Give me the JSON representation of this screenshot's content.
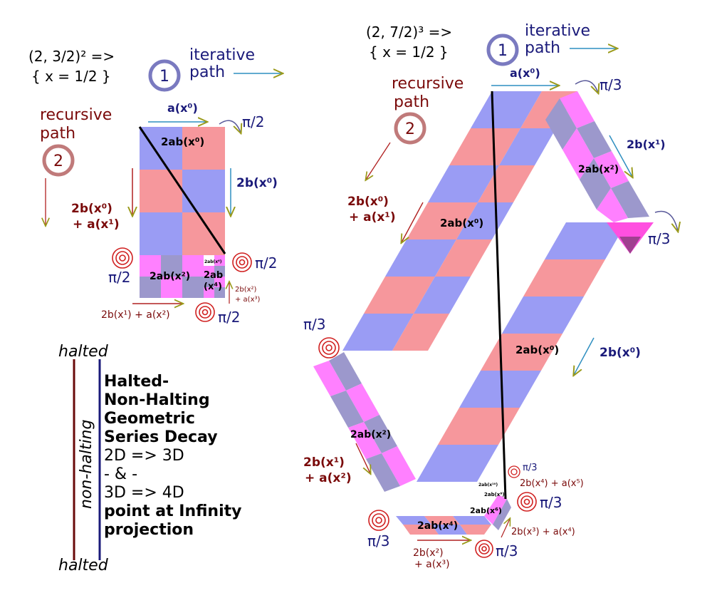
{
  "colors": {
    "blue": "#9a9cf4",
    "pink": "#f6979c",
    "magenta": "#ff80ff",
    "gray": "#9c98cc",
    "navy": "#1a1a7a",
    "maroon": "#7a0a0a",
    "teal": "#2f8fc0",
    "olive": "#9a9a1a",
    "red": "#b02020"
  },
  "left": {
    "equation_line1": "(2, 3/2)² =>",
    "equation_line2": "{ x = 1/2 }",
    "iterative_num": "1",
    "iterative_line1": "iterative",
    "iterative_line2": "path",
    "recursive_line1": "recursive",
    "recursive_line2": "path",
    "recursive_num": "2",
    "label_a0": "a(x⁰)",
    "angle_label": "π/2",
    "label_2b0": "2b(x⁰)",
    "label_2ab0": "2ab(x⁰)",
    "label_2b0a1_line1": "2b(x⁰)",
    "label_2b0a1_line2": "+ a(x¹)",
    "label_2ab2": "2ab(x²)",
    "label_2ab4_line1": "2ab",
    "label_2ab4_line2": "(x⁴)",
    "label_2ab6": "2ab(x⁶)",
    "label_2b2a3_line1": "2b(x²)",
    "label_2b2a3_line2": "+ a(x³)",
    "label_2b1a2": "2b(x¹) + a(x²)"
  },
  "right": {
    "equation_line1": "(2, 7/2)³ =>",
    "equation_line2": "{ x = 1/2 }",
    "iterative_num": "1",
    "iterative_line1": "iterative",
    "iterative_line2": "path",
    "recursive_line1": "recursive",
    "recursive_line2": "path",
    "recursive_num": "2",
    "label_a0": "a(x⁰)",
    "angle_label": "π/3",
    "label_2b1": "2b(x¹)",
    "label_2ab2_top": "2ab(x²)",
    "label_2b0a1_line1": "2b(x⁰)",
    "label_2b0a1_line2": "+ a(x¹)",
    "label_2ab0_upper": "2ab(x⁰)",
    "label_2ab0_lower": "2ab(x⁰)",
    "label_2b0": "2b(x⁰)",
    "label_2ab2_left": "2ab(x²)",
    "label_2b1a2_line1": "2b(x¹)",
    "label_2b1a2_line2": "+ a(x²)",
    "label_2ab4": "2ab(x⁴)",
    "label_2b2a3_line1": "2b(x²)",
    "label_2b2a3_line2": "+ a(x³)",
    "label_2ab6": "2ab(x⁶)",
    "label_2ab8": "2ab(x⁸)",
    "label_2ab10": "2ab(x¹⁰)",
    "label_2b4a5": "2b(x⁴) + a(x⁵)",
    "label_2b3a4": "2b(x³) + a(x⁴)"
  },
  "legend": {
    "halted_top": "halted",
    "non_halting": "non-halting",
    "halted_bottom": "halted",
    "title_lines": [
      "Halted-",
      "Non-Halting",
      "Geometric",
      "Series Decay"
    ],
    "line_2d3d": "2D => 3D",
    "line_and": "- & -",
    "line_3d4d": "3D => 4D",
    "bold_lines": [
      "point at Infinity",
      "projection"
    ]
  }
}
